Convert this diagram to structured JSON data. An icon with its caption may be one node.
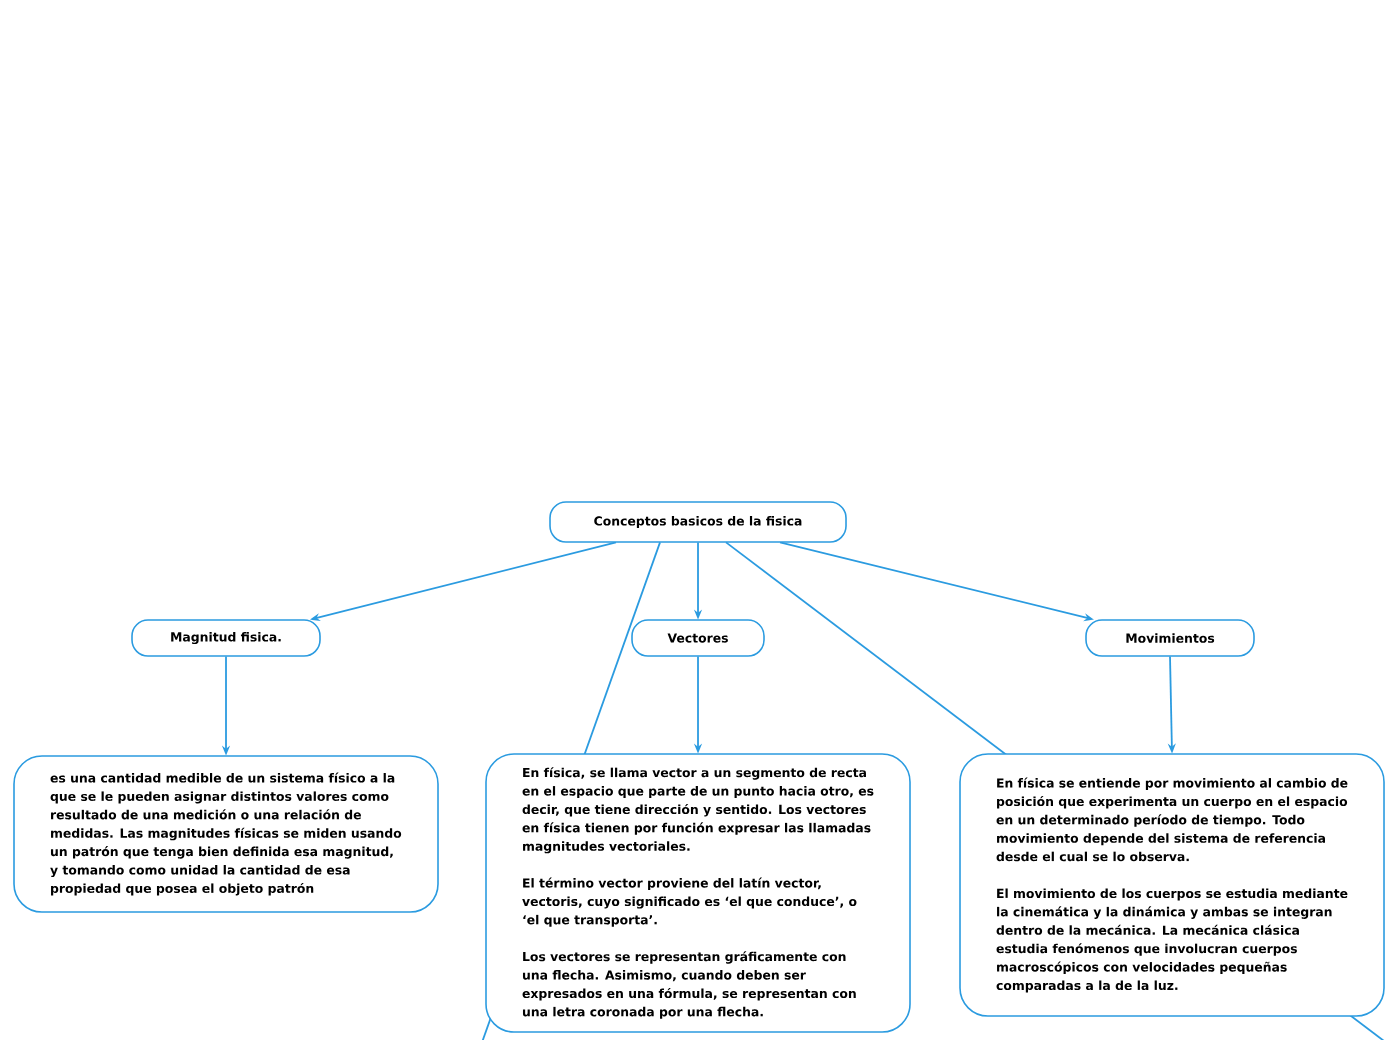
{
  "diagram": {
    "nodes": [
      {
        "text": [
          "Conceptos basicos de la fisica"
        ]
      },
      {
        "text": [
          "Magnitud fisica."
        ]
      },
      {
        "text": [
          "Vectores"
        ]
      },
      {
        "text": [
          "Movimientos"
        ]
      },
      {
        "text": [
          "es una cantidad medible de un sistema físico a la que se le pueden asignar distintos valores como resultado de una medición o una relación de medidas. Las magnitudes físicas se miden usando un patrón que tenga bien definida esa magnitud, y tomando como unidad la cantidad de esa propiedad que posea el objeto patrón"
        ]
      },
      {
        "text": [
          "En física, se llama vector a un segmento de recta en el espacio que parte de un punto hacia otro, es decir, que tiene dirección y sentido. Los vectores en física tienen por función expresar las llamadas magnitudes vectoriales.",
          "El término vector proviene del latín vector, vectoris, cuyo significado es ‘el que conduce’, o ‘el que transporta’.",
          "Los vectores se representan gráficamente con una flecha. Asimismo, cuando deben ser expresados en una fórmula, se representan con una letra coronada por una flecha."
        ]
      },
      {
        "text": [
          "En física se entiende por movimiento al cambio de posición que experimenta un cuerpo en el espacio en un determinado período de tiempo. Todo movimiento depende del sistema de referencia desde el cual se lo observa.",
          "El movimiento de los cuerpos se estudia mediante la cinemática y la dinámica y ambas se integran dentro de la mecánica. La mecánica clásica estudia fenómenos que involucran cuerpos macroscópicos con velocidades pequeñas comparadas a la de la luz."
        ]
      }
    ],
    "edges": [
      {
        "from": 0,
        "to": 1,
        "arrow": "to"
      },
      {
        "from": 0,
        "to": 2,
        "arrow": "to"
      },
      {
        "from": 0,
        "to": 3,
        "arrow": "to"
      },
      {
        "from": 1,
        "to": 4,
        "arrow": "to"
      },
      {
        "from": 2,
        "to": 5,
        "arrow": "to"
      },
      {
        "from": 3,
        "to": 6,
        "arrow": "to"
      },
      {
        "from": 0,
        "to": null,
        "arrow": "none"
      },
      {
        "from": 0,
        "to": null,
        "arrow": "none"
      }
    ]
  }
}
